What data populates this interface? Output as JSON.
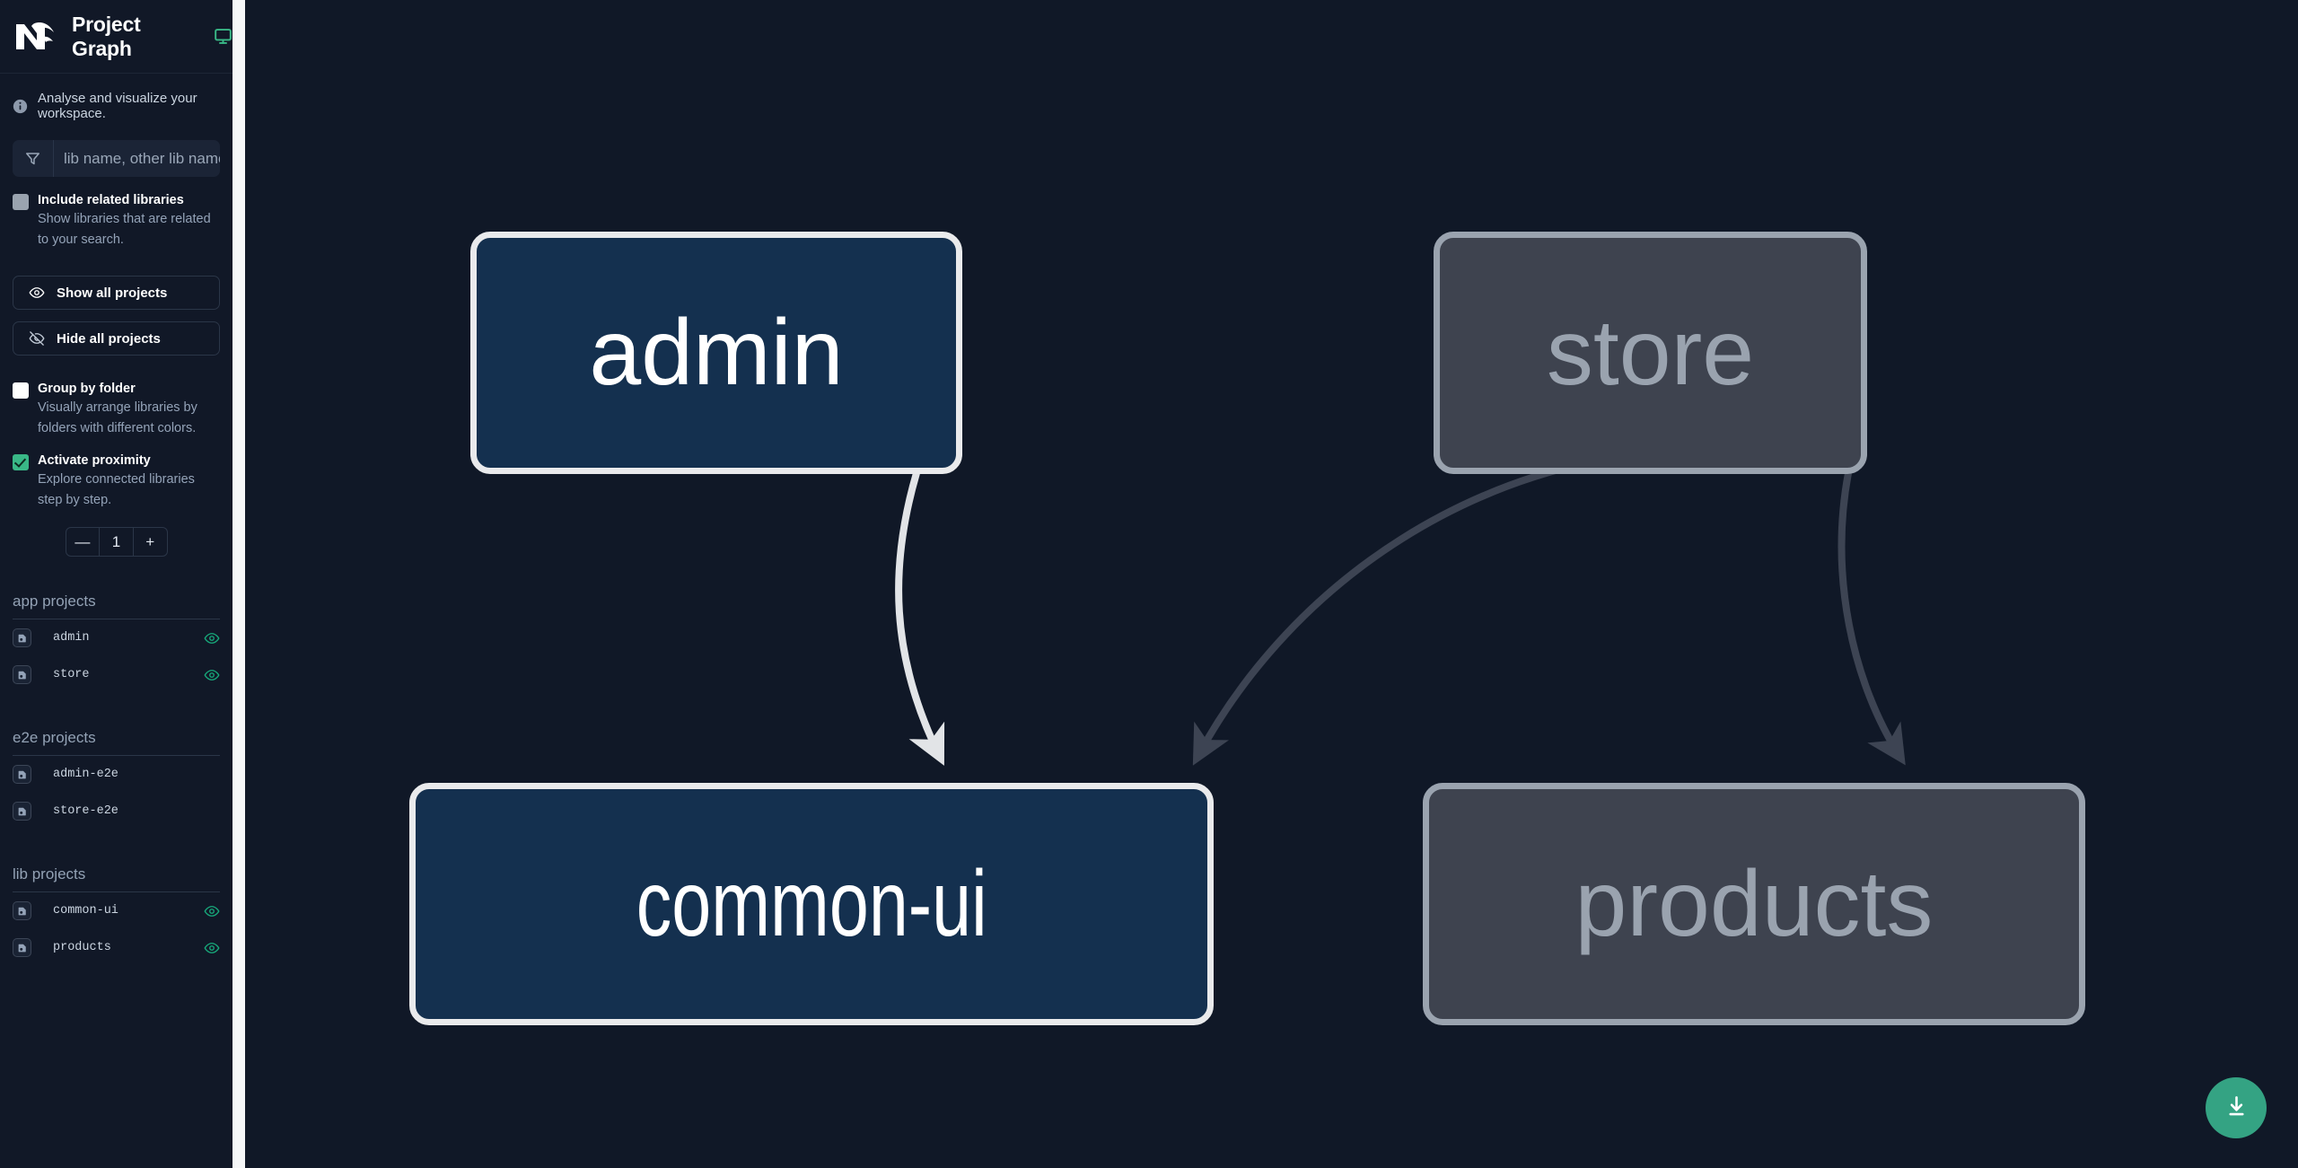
{
  "sidebar": {
    "brand": {
      "logo_icon": "nx-logo-icon",
      "title": "Project Graph",
      "monitor_icon": "monitor-icon",
      "accent": "#39b887"
    },
    "tagline": {
      "icon": "info-icon",
      "text": "Analyse and visualize your workspace."
    },
    "search": {
      "icon": "filter-icon",
      "placeholder": "lib name, other lib name",
      "value": ""
    },
    "options": [
      {
        "id": "include-related-libraries",
        "label": "Include related libraries",
        "description": "Show libraries that are related to your search.",
        "checked": false,
        "box_style": "grey"
      },
      {
        "id": "group-by-folder",
        "label": "Group by folder",
        "description": "Visually arrange libraries by folders with different colors.",
        "checked": false,
        "box_style": "white"
      },
      {
        "id": "activate-proximity",
        "label": "Activate proximity",
        "description": "Explore connected libraries step by step.",
        "checked": true,
        "box_style": "green"
      }
    ],
    "buttons": [
      {
        "id": "show-all-projects",
        "label": "Show all projects",
        "icon": "eye-icon"
      },
      {
        "id": "hide-all-projects",
        "label": "Hide all projects",
        "icon": "eye-off-icon"
      }
    ],
    "stepper": {
      "decrement_label": "—",
      "value": "1",
      "increment_label": "+"
    },
    "sections": [
      {
        "heading": "app projects",
        "projects": [
          {
            "name": "admin",
            "icon": "app-project-icon",
            "visible": true,
            "eye_icon": "eye-icon"
          },
          {
            "name": "store",
            "icon": "app-project-icon",
            "visible": true,
            "eye_icon": "eye-icon"
          }
        ]
      },
      {
        "heading": "e2e projects",
        "projects": [
          {
            "name": "admin-e2e",
            "icon": "app-project-icon",
            "visible": false,
            "eye_icon": ""
          },
          {
            "name": "store-e2e",
            "icon": "app-project-icon",
            "visible": false,
            "eye_icon": ""
          }
        ]
      },
      {
        "heading": "lib projects",
        "projects": [
          {
            "name": "common-ui",
            "icon": "app-project-icon",
            "visible": true,
            "eye_icon": "eye-icon"
          },
          {
            "name": "products",
            "icon": "app-project-icon",
            "visible": true,
            "eye_icon": "eye-icon"
          }
        ]
      }
    ]
  },
  "graph": {
    "nodes": [
      {
        "id": "admin",
        "label": "admin",
        "state": "focused",
        "condensed": false
      },
      {
        "id": "store",
        "label": "store",
        "state": "dimmed",
        "condensed": false
      },
      {
        "id": "common-ui",
        "label": "common-ui",
        "state": "focused",
        "condensed": true
      },
      {
        "id": "products",
        "label": "products",
        "state": "dimmed",
        "condensed": false
      }
    ],
    "edges": [
      {
        "from": "admin",
        "to": "common-ui",
        "state": "focused"
      },
      {
        "from": "store",
        "to": "common-ui",
        "state": "dimmed"
      },
      {
        "from": "store",
        "to": "products",
        "state": "dimmed"
      }
    ],
    "colors": {
      "background": "#101827",
      "node_focused_fill": "#14304f",
      "node_focused_border": "#e9eaec",
      "node_dimmed_fill": "#3e434f",
      "node_dimmed_border": "#9aa3af",
      "edge_focused": "#e2e4e7",
      "edge_dimmed": "#3d4453"
    }
  },
  "fab": {
    "icon": "download-icon",
    "label": "",
    "color": "#34a383"
  }
}
